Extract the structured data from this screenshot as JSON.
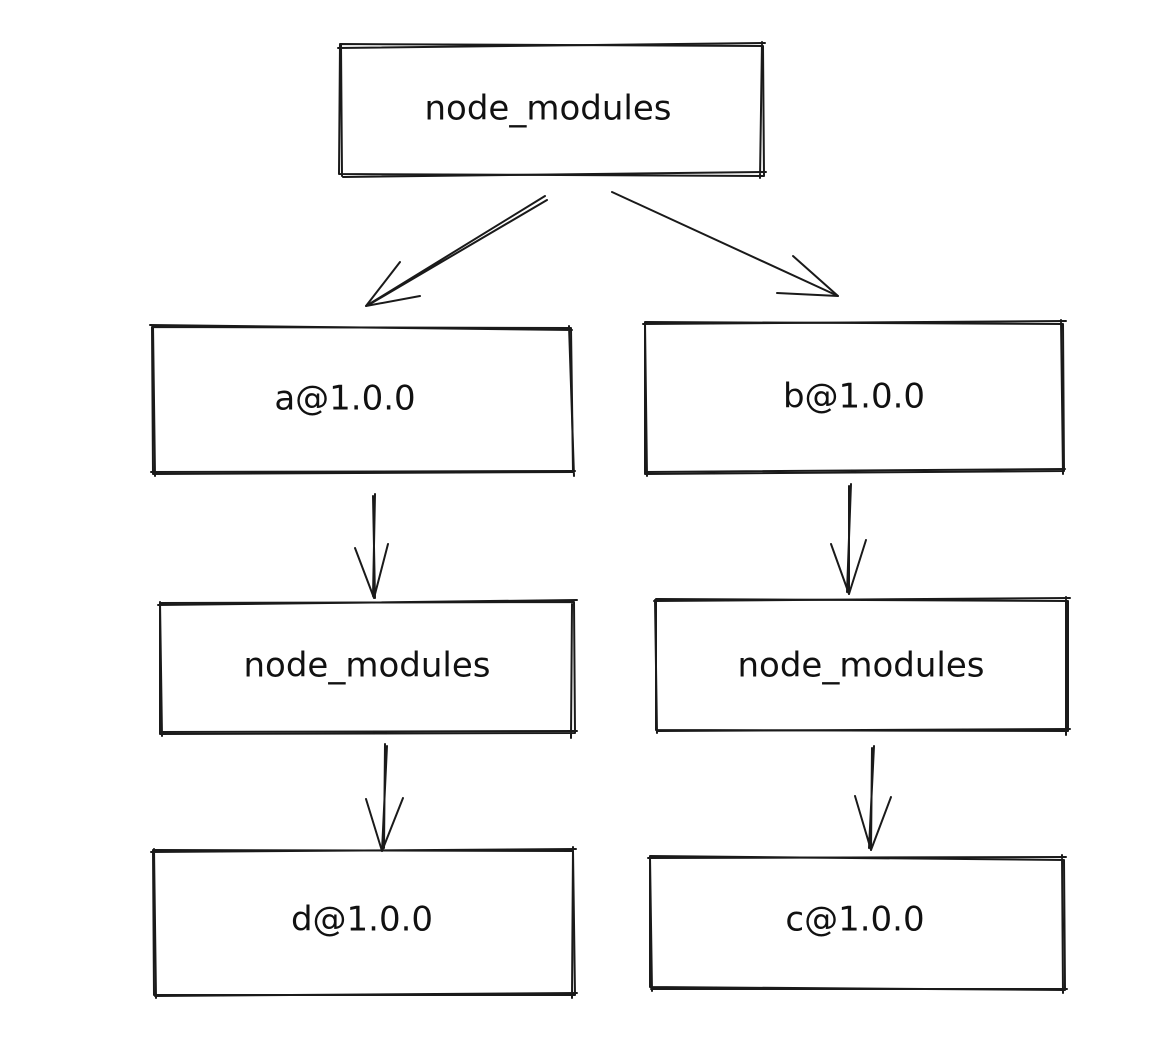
{
  "diagram": {
    "nodes": {
      "root": "node_modules",
      "a": "a@1.0.0",
      "b": "b@1.0.0",
      "a_modules": "node_modules",
      "b_modules": "node_modules",
      "d": "d@1.0.0",
      "c": "c@1.0.0"
    },
    "colors": {
      "stroke": "#1a1a1a",
      "background": "#ffffff"
    }
  }
}
